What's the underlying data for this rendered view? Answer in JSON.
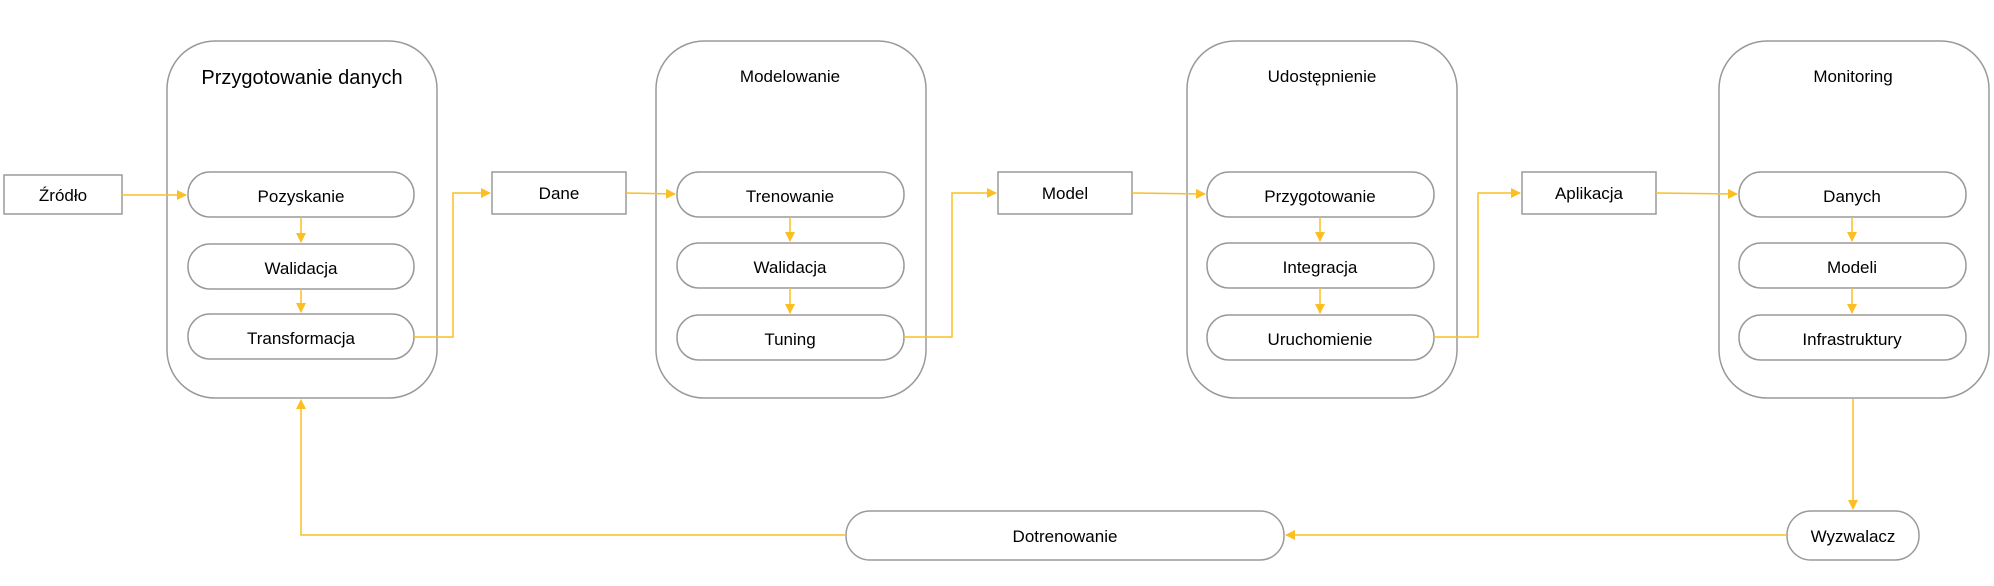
{
  "colors": {
    "stroke": "#9a9a9a",
    "arrow": "#fbbf24",
    "text": "#000000",
    "background": "#ffffff"
  },
  "nodes": {
    "source": "Źródło",
    "data": "Dane",
    "model": "Model",
    "application": "Aplikacja",
    "trigger": "Wyzwalacz",
    "retraining": "Dotrenowanie"
  },
  "stages": {
    "prep": {
      "title": "Przygotowanie danych",
      "steps": [
        "Pozyskanie",
        "Walidacja",
        "Transformacja"
      ]
    },
    "modeling": {
      "title": "Modelowanie",
      "steps": [
        "Trenowanie",
        "Walidacja",
        "Tuning"
      ]
    },
    "deploy": {
      "title": "Udostępnienie",
      "steps": [
        "Przygotowanie",
        "Integracja",
        "Uruchomienie"
      ]
    },
    "monitor": {
      "title": "Monitoring",
      "steps": [
        "Danych",
        "Modeli",
        "Infrastruktury"
      ]
    }
  }
}
